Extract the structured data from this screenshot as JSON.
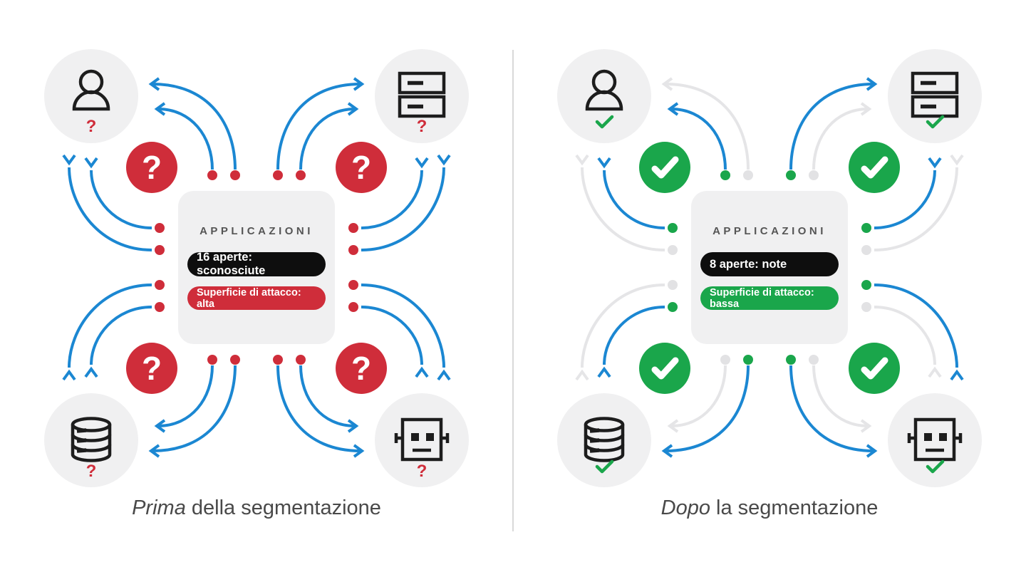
{
  "colors": {
    "blue": "#1b87d2",
    "red": "#cf2d3a",
    "green": "#1aa64b",
    "gray_arrow": "#e5e5e7",
    "gray_dot": "#e2e2e4",
    "surface": "#f0f0f1",
    "ink": "#1d1d1d",
    "pill_black": "#0e0e0e",
    "heading_gray": "#555555",
    "caption_gray": "#494949",
    "divider_gray": "#d9d9d9"
  },
  "panels": {
    "left": {
      "caption_emphasis": "Prima",
      "caption_rest": " della segmentazione",
      "box_heading": "APPLICAZIONI",
      "pill_open": "16 aperte: sconosciute",
      "pill_surface": "Superficie di attacco: alta",
      "badge_glyph": "?",
      "node_glyph": "?",
      "nodes": [
        "user",
        "server",
        "database",
        "bot"
      ],
      "open_connections": 16
    },
    "right": {
      "caption_emphasis": "Dopo",
      "caption_rest": " la segmentazione",
      "box_heading": "APPLICAZIONI",
      "pill_open": "8 aperte: note",
      "pill_surface": "Superficie di attacco: bassa",
      "badge_icon": "check",
      "node_icon": "check",
      "nodes": [
        "user",
        "server",
        "database",
        "bot"
      ],
      "open_connections": 8
    }
  }
}
